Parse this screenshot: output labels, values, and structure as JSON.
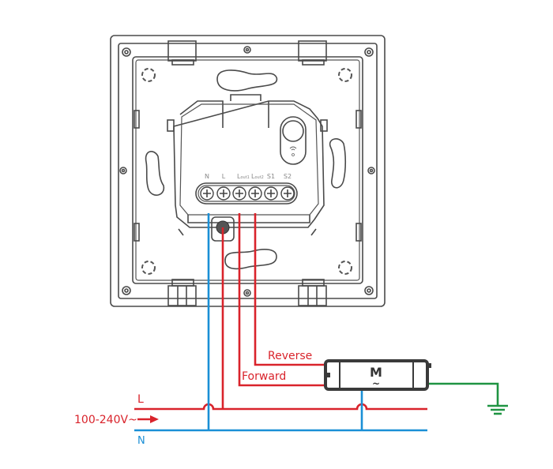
{
  "diagram": {
    "title": "Smart switch wiring to motor (forward/reverse)",
    "terminals": [
      "N",
      "L",
      "Lout1",
      "Lout2",
      "S1",
      "S2"
    ],
    "terminal_display": [
      {
        "main": "N",
        "sub": ""
      },
      {
        "main": "L",
        "sub": ""
      },
      {
        "main": "L",
        "sub": "out1"
      },
      {
        "main": "L",
        "sub": "out2"
      },
      {
        "main": "S1",
        "sub": ""
      },
      {
        "main": "S2",
        "sub": ""
      }
    ],
    "supply": {
      "voltage_label": "100-240V~",
      "line_label": "L",
      "neutral_label": "N"
    },
    "wires": {
      "forward_label": "Forward",
      "reverse_label": "Reverse"
    },
    "motor": {
      "letter": "M",
      "symbol": "~"
    },
    "colors": {
      "live": "#d9232b",
      "neutral": "#1a8fd6",
      "earth": "#1f9442",
      "outline": "#4a4a4a"
    },
    "icons": [
      "wifi-icon",
      "ground-icon",
      "arrow-right-icon"
    ]
  }
}
